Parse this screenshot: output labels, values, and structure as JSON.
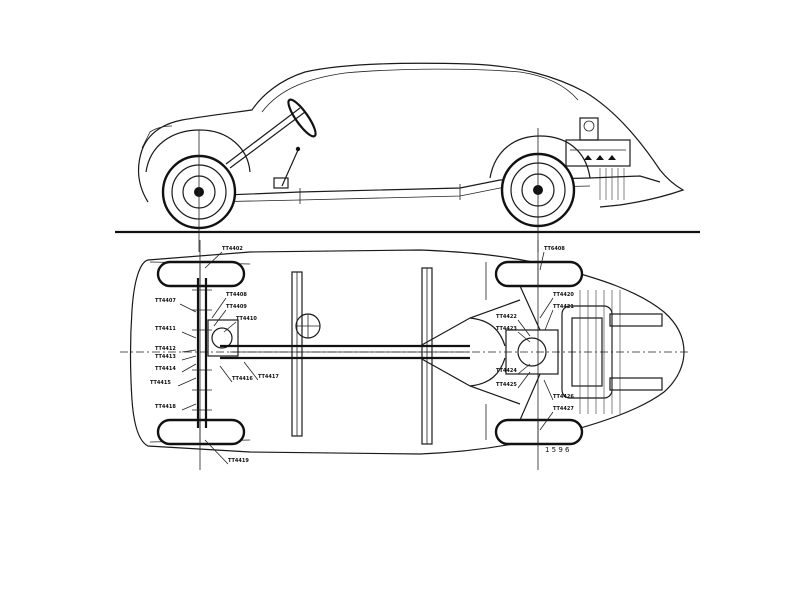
{
  "callouts": [
    "TT4402",
    "TT6408",
    "TT4407",
    "TT4408",
    "TT4409",
    "TT4410",
    "TT4411",
    "TT4412",
    "TT4413",
    "TT4414",
    "TT4415",
    "TT4416",
    "TT4417",
    "TT4418",
    "TT4419",
    "TT4420",
    "TT4421",
    "TT4422",
    "TT4423",
    "TT4424",
    "TT4425",
    "TT4426",
    "TT4427"
  ],
  "drawing_mark": "1 5 9 6"
}
